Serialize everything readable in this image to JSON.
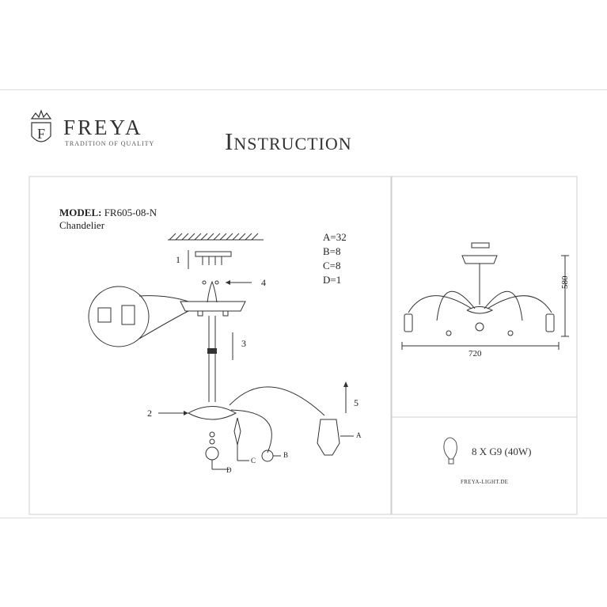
{
  "brand": {
    "name": "FREYA",
    "tagline": "TRADITION OF QUALITY",
    "logo_letter": "F"
  },
  "title": "Instruction",
  "model": {
    "label": "MODEL:",
    "code": "FR605-08-N",
    "type": "Chandelier"
  },
  "parts": [
    {
      "text": "A=32"
    },
    {
      "text": "B=8"
    },
    {
      "text": "C=8"
    },
    {
      "text": "D=1"
    }
  ],
  "step_labels": [
    "1",
    "2",
    "3",
    "4",
    "5"
  ],
  "part_letters": [
    "A",
    "B",
    "C",
    "D"
  ],
  "dimensions": {
    "width": "720",
    "height": "580"
  },
  "bulb": {
    "spec": "8 X G9 (40W)"
  },
  "website": "FREYA-LIGHT.DE",
  "colors": {
    "line": "#333333",
    "frame": "#cfcfcf"
  }
}
